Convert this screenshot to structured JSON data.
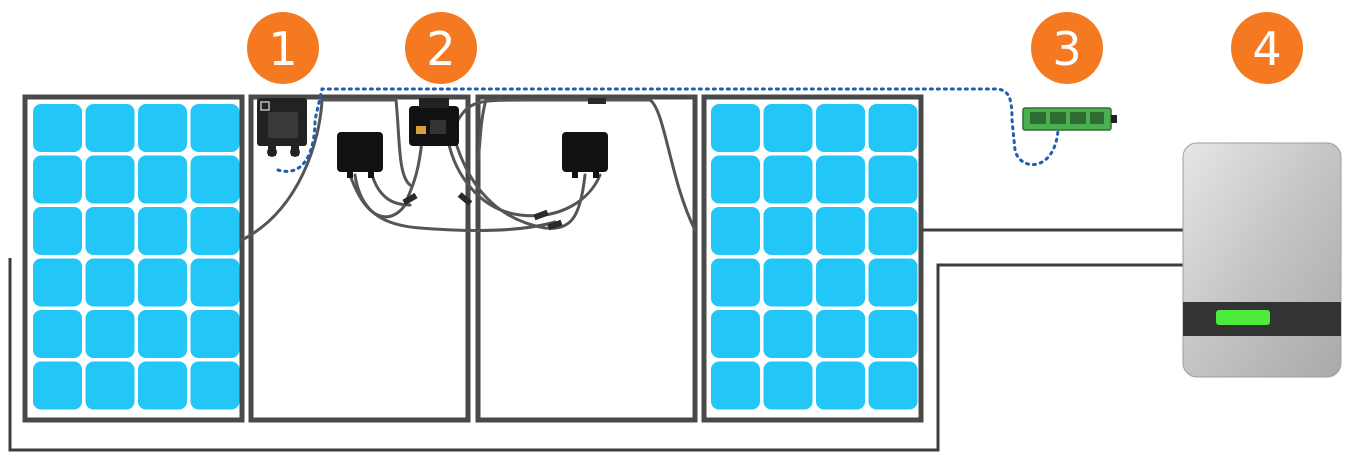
{
  "badges": [
    {
      "number": "1",
      "color": "#F47920"
    },
    {
      "number": "2",
      "color": "#F47920"
    },
    {
      "number": "3",
      "color": "#F47920"
    },
    {
      "number": "4",
      "color": "#F47920"
    }
  ],
  "colors": {
    "panel_cell": "#22C6F7",
    "panel_frame": "#4A4A4A",
    "cable": "#3D3D3D",
    "comm_line": "#1F5FAF",
    "gateway": "#4CAF50",
    "inverter_body": "#BDBDBD",
    "inverter_band": "#333333",
    "inverter_led": "#4CEB3C",
    "box": "#111111"
  },
  "icons": [
    "solar-panel-icon",
    "optimizer-icon",
    "gateway-icon",
    "inverter-icon"
  ]
}
